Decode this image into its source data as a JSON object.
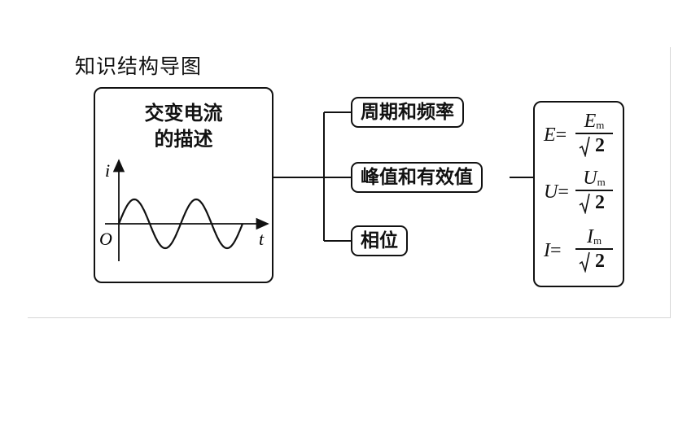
{
  "title": "知识结构导图",
  "main": {
    "line1": "交变电流",
    "line2": "的描述",
    "graph": {
      "y_axis": "i",
      "x_axis": "t",
      "origin": "O"
    }
  },
  "branches": [
    "周期和频率",
    "峰值和有效值",
    "相位"
  ],
  "formulas": [
    {
      "lhs": "E",
      "eq": "=",
      "num": "E",
      "sub": "m",
      "den": "2"
    },
    {
      "lhs": "U",
      "eq": "=",
      "num": "U",
      "sub": "m",
      "den": "2"
    },
    {
      "lhs": "I",
      "eq": "=",
      "num": "I",
      "sub": "m",
      "den": "2"
    }
  ]
}
